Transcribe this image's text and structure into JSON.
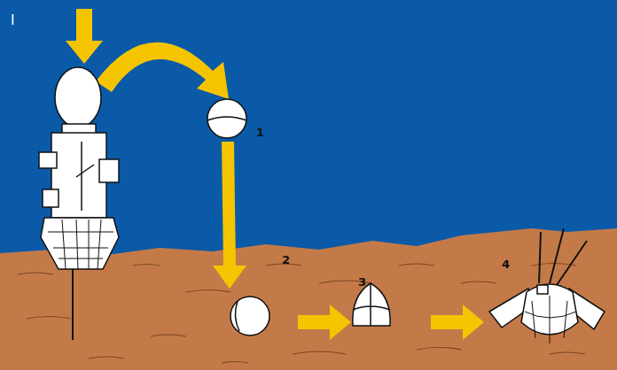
{
  "diagram": {
    "labels": [
      "I",
      "1",
      "2",
      "3",
      "4"
    ]
  }
}
